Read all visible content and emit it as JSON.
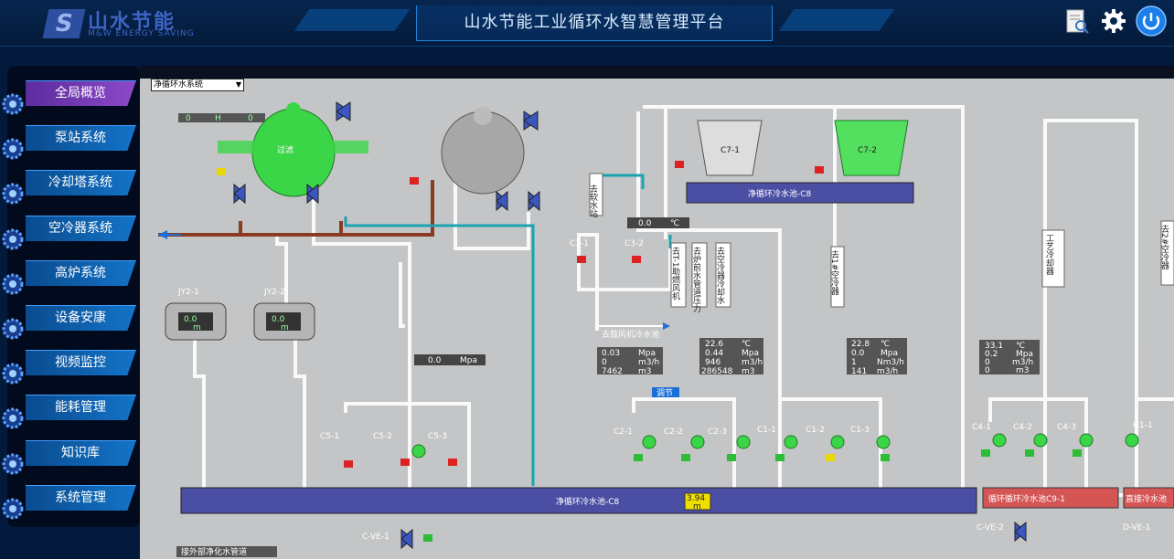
{
  "header": {
    "logo_cn": "山水节能",
    "logo_en": "M&W ENERGY SAVING",
    "logo_mark": "S",
    "title": "山水节能工业循环水智慧管理平台"
  },
  "sidebar": {
    "items": [
      {
        "label": "全局概览"
      },
      {
        "label": "泵站系统"
      },
      {
        "label": "冷却塔系统"
      },
      {
        "label": "空冷器系统"
      },
      {
        "label": "高炉系统"
      },
      {
        "label": "设备安康"
      },
      {
        "label": "视频监控"
      },
      {
        "label": "能耗管理"
      },
      {
        "label": "知识库"
      },
      {
        "label": "系统管理"
      }
    ]
  },
  "content": {
    "system_select": "净循环水系统",
    "filter_label": "过滤",
    "unit_m": "m",
    "unit_mpa": "Mpa",
    "unit_c": "℃",
    "unit_m3h": "m3/h",
    "unit_m3": "m3",
    "unit_nm3h": "Nm3/h",
    "tower_c71": "C7-1",
    "tower_c72": "C7-2",
    "pool_c8_top": "净循环冷水池-C8",
    "pool_c8_bottom": "净循环冷水池-C8",
    "pool_c9": "循环循环冷水池C9-1",
    "pool_right": "直接冷水池",
    "pool_bottom_label": "接外部净化水管道",
    "jy21": "JY2-1",
    "jy22": "JY2-2",
    "jy21_value": "0.0",
    "jy22_value": "0.0",
    "c31": "C3-1",
    "c32": "C3-2",
    "c51": "C5-1",
    "c52": "C5-2",
    "c53": "C5-3",
    "c21": "C2-1",
    "c22": "C2-2",
    "c23": "C2-3",
    "c11": "C1-1",
    "c12": "C1-2",
    "c13": "C1-3",
    "c41": "C4-1",
    "c42": "C4-2",
    "c43": "C4-3",
    "g11": "G1-1",
    "cve1": "C-VE-1",
    "cve2": "C-VE-2",
    "dve1": "D-VE-1",
    "temp_top": "0.0",
    "mpa_center": "0.0",
    "fan_label": "去鼓风机冷水池",
    "tap_label": "调节",
    "block1": {
      "rows": [
        [
          "0.03",
          "Mpa"
        ],
        [
          "0",
          "m3/h"
        ],
        [
          "7462",
          "m3"
        ]
      ]
    },
    "block2": {
      "rows": [
        [
          "22.6",
          "℃"
        ],
        [
          "0.44",
          "Mpa"
        ],
        [
          "946",
          "m3/h"
        ],
        [
          "286548",
          "m3"
        ]
      ]
    },
    "block3": {
      "rows": [
        [
          "22.8",
          "℃"
        ],
        [
          "0.0",
          "Mpa"
        ],
        [
          "1",
          "Nm3/h"
        ],
        [
          "141",
          "m3/h"
        ]
      ]
    },
    "block4": {
      "rows": [
        [
          "33.1",
          "℃"
        ],
        [
          "0.2",
          "Mpa"
        ],
        [
          "0",
          "m3/h"
        ],
        [
          "0",
          "m3"
        ]
      ]
    },
    "level_value": "3.94",
    "top_bar_values": [
      "0",
      "H",
      "0"
    ],
    "vert_label_1": "去软水站",
    "vert_label_2": "去T-1助燃风机",
    "vert_label_3": "去炉前水管道压力",
    "vert_label_4": "去空冷器冷却水",
    "vert_label_5": "去1#空冷器",
    "vert_label_6": "工艺冷却器",
    "vert_label_7": "去2#空冷器"
  }
}
